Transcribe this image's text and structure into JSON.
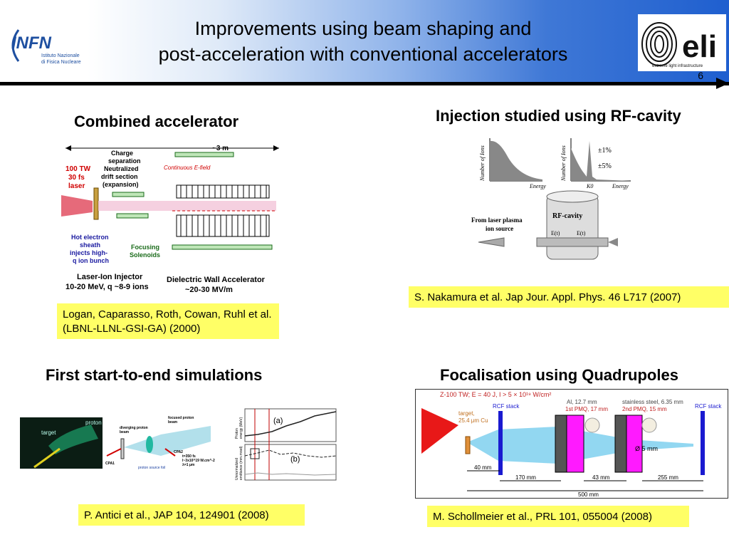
{
  "slide": {
    "title_line1": "Improvements using beam shaping and",
    "title_line2": "post-acceleration with conventional accelerators",
    "page_number": "6",
    "infn_logo": {
      "letters": "INFN",
      "sub1": "Istituto Nazionale",
      "sub2": "di Fisica Nucleare"
    },
    "eli_logo": {
      "mark": "eli",
      "tagline": "extreme light infrastructure"
    }
  },
  "sections": {
    "combined": {
      "heading": "Combined accelerator",
      "ref": "Logan, Caparasso, Roth, Cowan, Ruhl et al. (LBNL-LLNL-GSI-GA) (2000)",
      "labels": {
        "length": "~3 m",
        "laser": [
          "100 TW",
          "30 fs",
          "laser"
        ],
        "charge": [
          "Charge",
          "separation",
          "Neutralized",
          "drift section",
          "(expansion)"
        ],
        "efield": "Continuous E-field",
        "hot": [
          "Hot electron",
          "sheath",
          "injects high-",
          "q ion bunch"
        ],
        "focusing": [
          "Focusing",
          "Solenoids"
        ],
        "injector": [
          "Laser-Ion Injector",
          "10-20 MeV, q ~8-9 ions"
        ],
        "dwa": [
          "Dielectric Wall Accelerator",
          "~20-30 MV/m"
        ]
      }
    },
    "injection": {
      "heading": "Injection studied using RF-cavity",
      "ref": "S. Nakamura et al. Jap Jour. Appl. Phys. 46 L717 (2007)",
      "labels": {
        "ylabel": "Number of Ions",
        "xlabel": "Energy",
        "k0": "K0",
        "pct1": "±1%",
        "pct5": "±5%",
        "cavity": "RF-cavity",
        "source": [
          "From laser plasma",
          "ion source"
        ],
        "et": "E(t)"
      }
    },
    "simulations": {
      "heading": "First start-to-end simulations",
      "ref": "P. Antici et al., JAP 104, 124901 (2008)",
      "labels": {
        "target": "target",
        "proton": "proton",
        "diverging": [
          "diverging proton",
          "beam"
        ],
        "focused": [
          "focused proton",
          "beam"
        ],
        "cpa1": "CPA1",
        "cpa2": "CPA2",
        "foil": "proton source foil",
        "params": [
          "t=350 fs",
          "I~3x10^19 W.cm^-2",
          "λ=1 μm"
        ],
        "a": "(a)",
        "b": "(b)",
        "yl_top": [
          "Proton",
          "energy (MeV)"
        ],
        "yl_bot": [
          "Unnormalized",
          "emittance (mm.mrad)"
        ]
      }
    },
    "quadrupoles": {
      "heading": "Focalisation using Quadrupoles",
      "ref": "M. Schollmeier et al., PRL 101, 055004 (2008)",
      "labels": {
        "z100": "Z-100 TW; E = 40 J, I > 5 × 10¹⁹ W/cm²",
        "target": [
          "target,",
          "25.4 μm Cu"
        ],
        "rcf1": "RCF stack",
        "al": "Al, 12.7 mm",
        "pmq1": "1st PMQ, 17 mm",
        "ss": "stainless steel, 6.35 mm",
        "pmq2": "2nd PMQ, 15 mm",
        "rcf2": "RCF stack",
        "d5": "Ø 5 mm",
        "d40": "40 mm",
        "d170": "170 mm",
        "d43": "43 mm",
        "d255": "255 mm",
        "d500": "500 mm"
      }
    }
  },
  "colors": {
    "highlight": "#ffff66",
    "header_blue": "#1f5fcf",
    "infn_blue": "#1e4fa0",
    "pmq_magenta": "#ff1aff"
  }
}
